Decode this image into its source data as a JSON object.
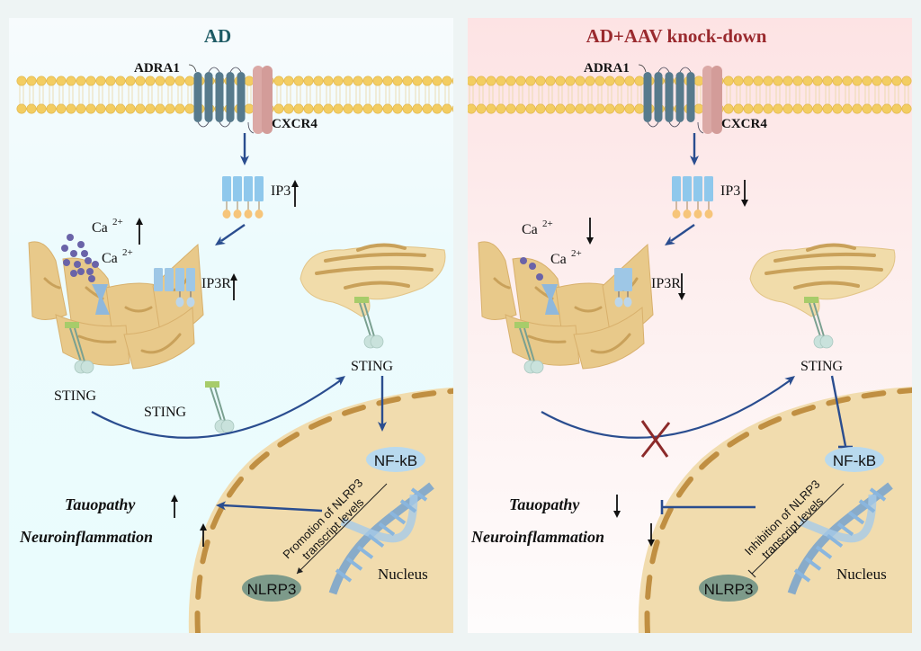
{
  "panels": [
    {
      "title": "AD",
      "title_color": "#1d5a64",
      "receptor_left": "ADRA1",
      "receptor_right": "CXCR4",
      "ip3": "IP3",
      "ip3_trend": "up",
      "ca_label_1": "Ca",
      "ca_label_2": "Ca",
      "ca_sup": "2+",
      "ca_trend": "up",
      "ip3r": "IP3R",
      "ip3r_trend": "up",
      "sting_er": "STING",
      "sting_free": "STING",
      "sting_golgi": "STING",
      "nfkb": "NF-kB",
      "nlrp3": "NLRP3",
      "nucleus": "Nucleus",
      "transcript_line1": "Promotion of NLRP3",
      "transcript_line2": "transcript levels",
      "outcome_1": "Tauopathy",
      "outcome_2": "Neuroinflammation",
      "outcome_trend": "up",
      "pathway_blocked": false
    },
    {
      "title": "AD+AAV knock-down",
      "title_color": "#9a2a2e",
      "receptor_left": "ADRA1",
      "receptor_right": "CXCR4",
      "ip3": "IP3",
      "ip3_trend": "down",
      "ca_label_1": "Ca",
      "ca_label_2": "Ca",
      "ca_sup": "2+",
      "ca_trend": "down",
      "ip3r": "IP3R",
      "ip3r_trend": "down",
      "sting_er": "",
      "sting_free": "",
      "sting_golgi": "STING",
      "nfkb": "NF-kB",
      "nlrp3": "NLRP3",
      "nucleus": "Nucleus",
      "transcript_line1": "Inhibition of NLRP3",
      "transcript_line2": "transcript levels",
      "outcome_1": "Tauopathy",
      "outcome_2": "Neuroinflammation",
      "outcome_trend": "down",
      "pathway_blocked": true
    }
  ],
  "colors": {
    "membrane_head": "#f3cd62",
    "adra1": "#577a8c",
    "cxcr4": "#dba9a6",
    "arrow": "#2a4d8f",
    "er": "#e8c98a",
    "er_dark": "#c9a15a",
    "nucleus": "#f1dcae",
    "nucleus_envelope": "#c08f42",
    "ip3_body": "#8fc8ec",
    "ip3_head": "#f6c57a",
    "calcium": "#6a63a8",
    "sting_head": "#a7cc6a",
    "sting_ball": "#c9e2dc",
    "nfkb_fill": "#b8d9ee",
    "nlrp3_fill": "#7d9a8a",
    "block_x": "#8c2a2a"
  }
}
